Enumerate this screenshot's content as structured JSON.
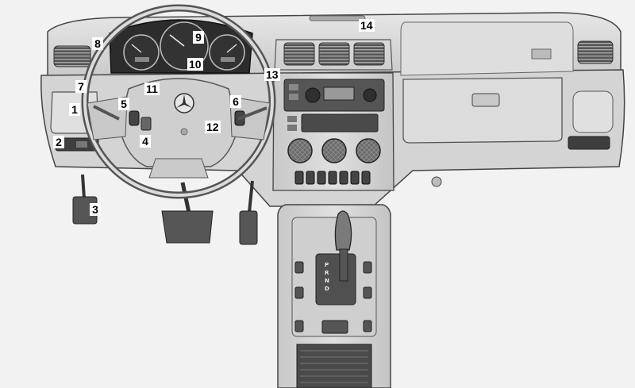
{
  "callouts": [
    "1",
    "2",
    "3",
    "4",
    "5",
    "6",
    "7",
    "8",
    "9",
    "10",
    "11",
    "12",
    "13",
    "14"
  ],
  "colors": {
    "background": "#f2f2f2",
    "dash_fill": "#d8d8d8",
    "dash_shadow": "#bdbdbd",
    "outline": "#3a3a3a",
    "dark_part": "#4a4a4a",
    "callout_bg": "#ffffff"
  }
}
